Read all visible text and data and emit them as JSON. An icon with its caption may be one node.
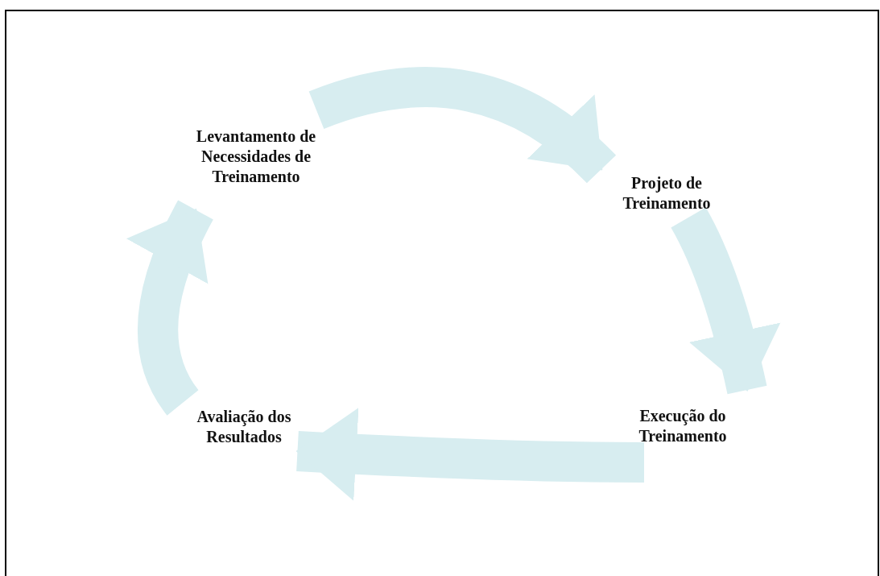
{
  "diagram": {
    "nodes": [
      {
        "text": [
          "Levantamento de Necessidades de Treinamento"
        ]
      },
      {
        "text": [
          "Projeto de Treinamento"
        ]
      },
      {
        "text": [
          "Execução do Treinamento"
        ]
      },
      {
        "text": [
          "Avaliação dos Resultados"
        ]
      }
    ],
    "edges": [
      {
        "from": 0,
        "to": 1,
        "arrow": "to"
      },
      {
        "from": 1,
        "to": 2,
        "arrow": "to"
      },
      {
        "from": 2,
        "to": 3,
        "arrow": "to"
      },
      {
        "from": 3,
        "to": 0,
        "arrow": "to"
      }
    ]
  }
}
